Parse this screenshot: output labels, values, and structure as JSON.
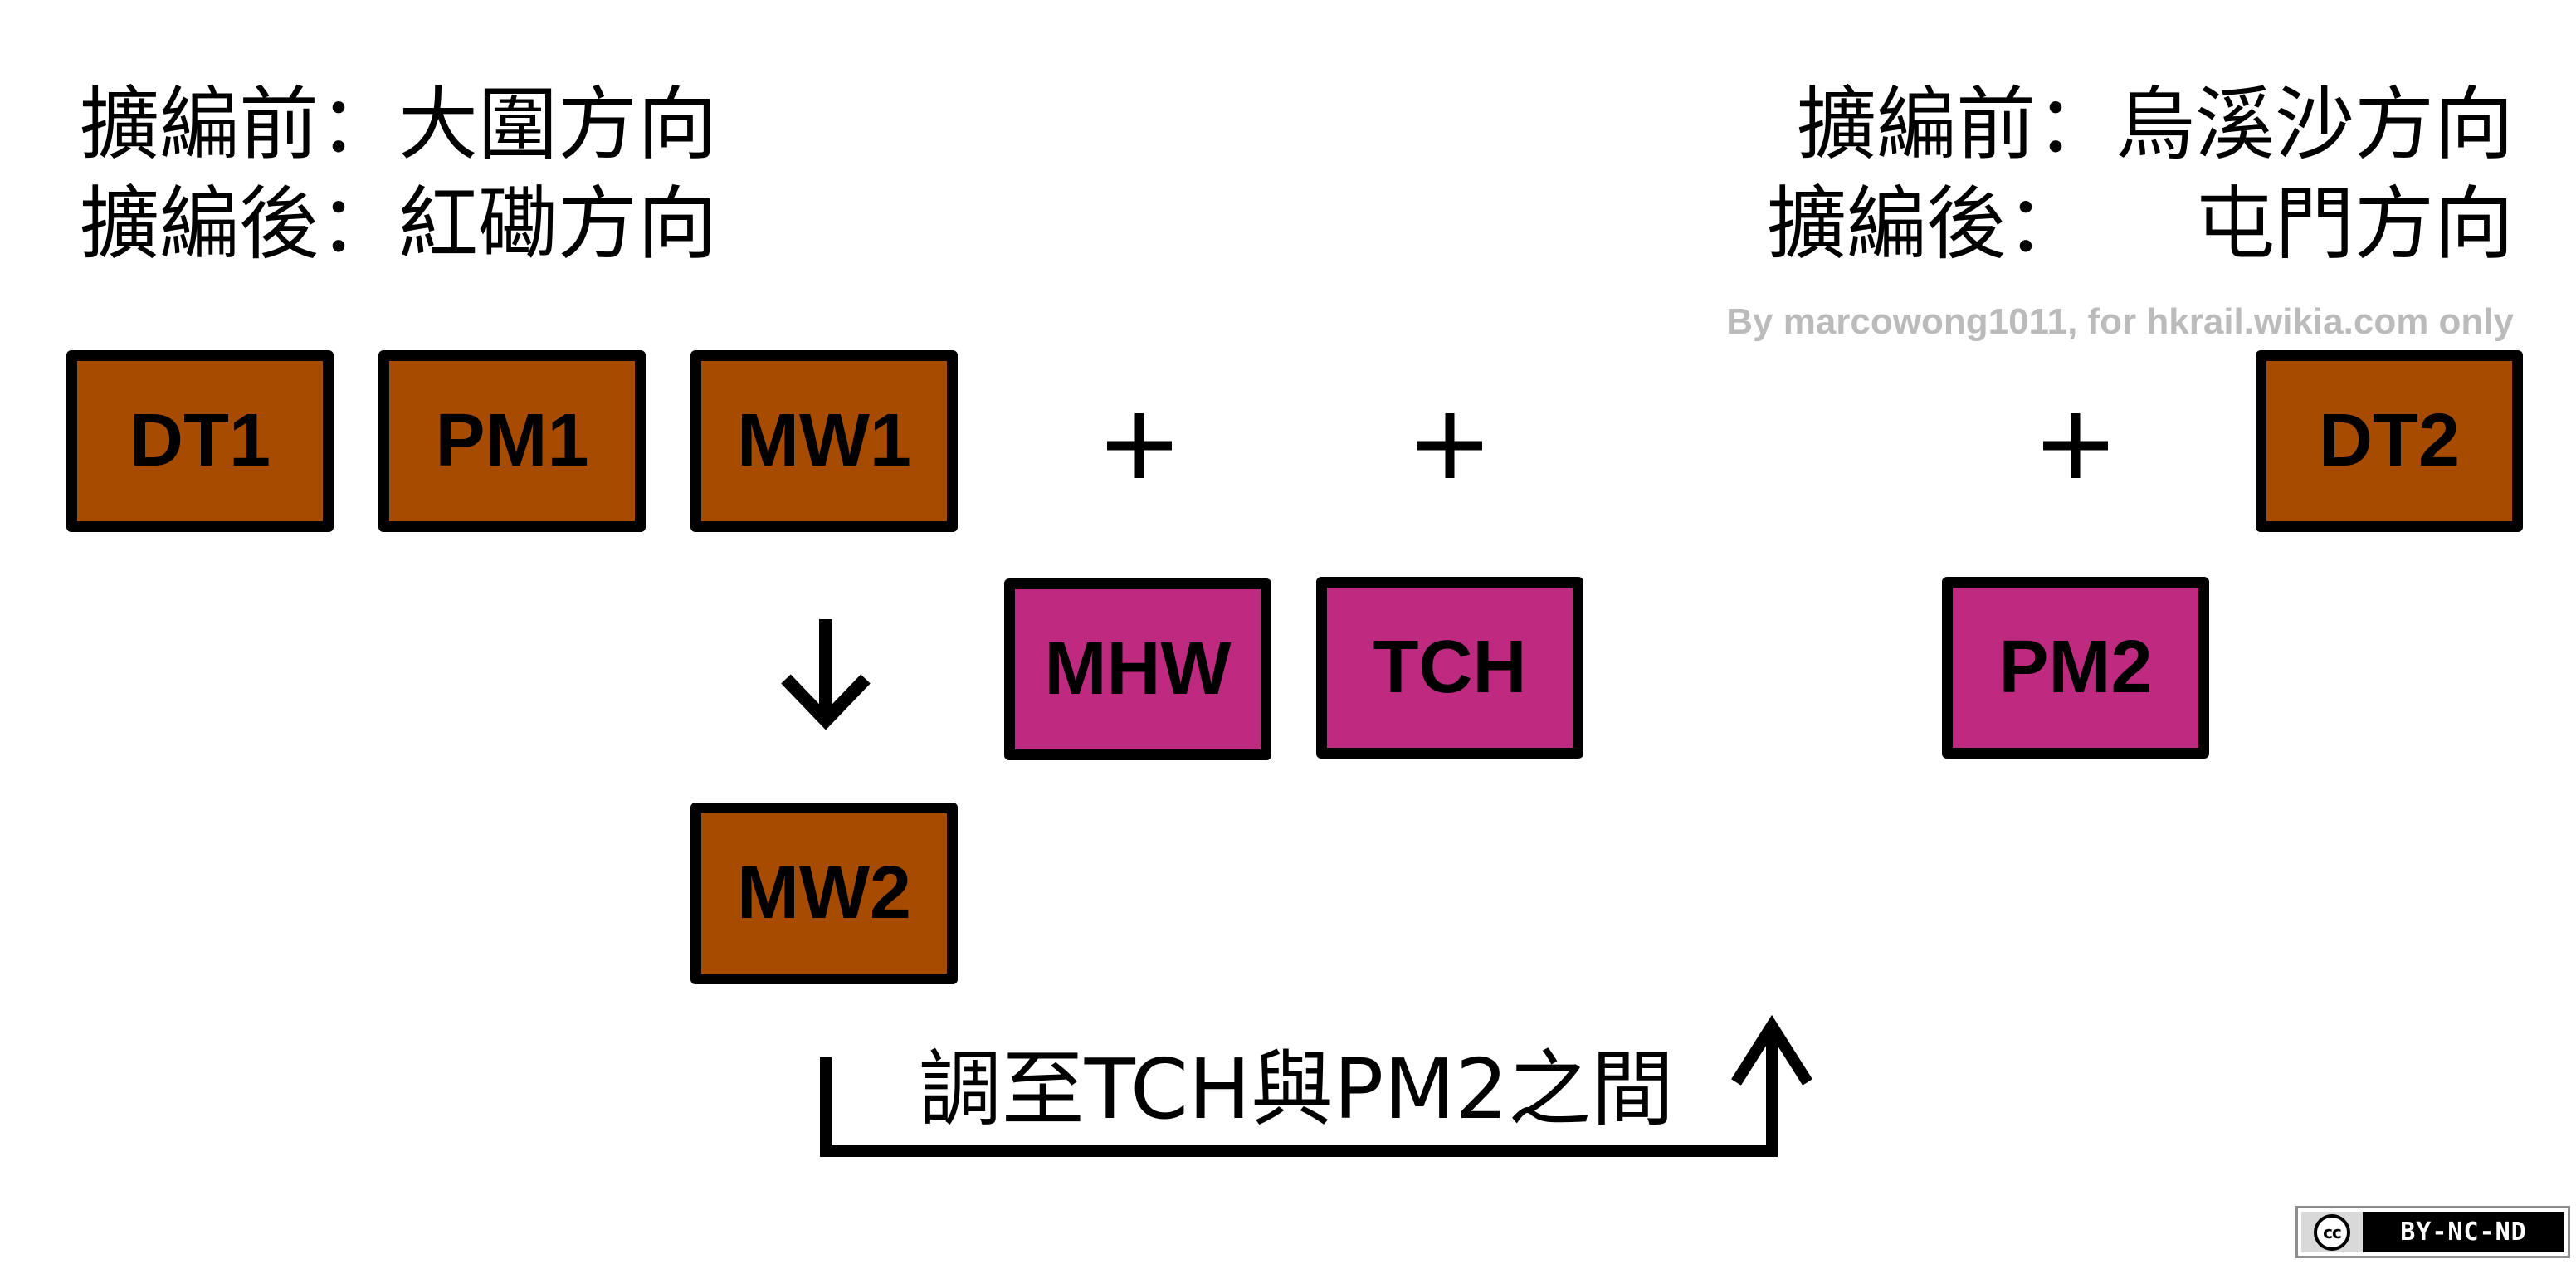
{
  "header": {
    "left": {
      "line1": "擴編前：大圍方向",
      "line2": "擴編後：紅磡方向"
    },
    "right": {
      "line1": "擴編前：烏溪沙方向",
      "line2_prefix": "擴編後：",
      "line2_suffix": "屯門方向"
    }
  },
  "watermark": "By marcowong1011, for hkrail.wikia.com only",
  "cars": [
    {
      "label": "DT1",
      "color": "#A64B00"
    },
    {
      "label": "PM1",
      "color": "#A64B00"
    },
    {
      "label": "MW1",
      "color": "#A64B00"
    },
    {
      "label": "DT2",
      "color": "#A64B00"
    },
    {
      "label": "MHW",
      "color": "#BE2A7F"
    },
    {
      "label": "TCH",
      "color": "#BE2A7F"
    },
    {
      "label": "PM2",
      "color": "#BE2A7F"
    },
    {
      "label": "MW2",
      "color": "#A64B00"
    }
  ],
  "icons": {
    "plus": "plus-icon",
    "down_arrow": "arrow-down-icon",
    "return_arrow": "bracket-arrow-up-icon"
  },
  "instruction": "調至TCH與PM2之間",
  "license": {
    "cc": "cc",
    "terms": "BY-NC-ND"
  },
  "colors": {
    "outline": "#000000",
    "watermark": "#BBBBBB"
  }
}
